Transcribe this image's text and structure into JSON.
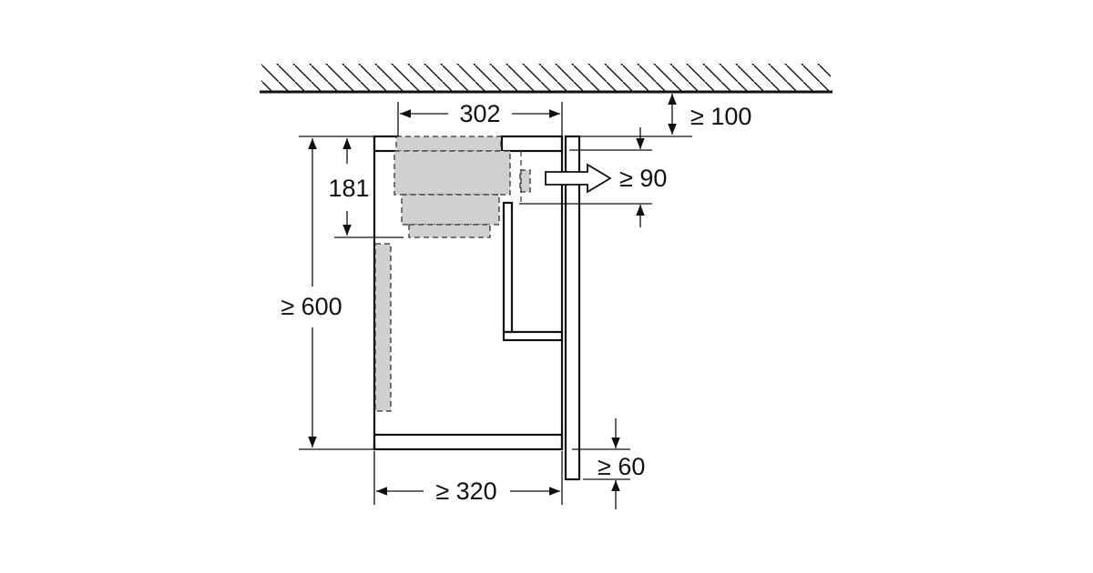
{
  "dimensions": {
    "ceiling_clearance": "≥ 100",
    "appliance_width": "302",
    "appliance_height": "181",
    "cabinet_height": "≥ 600",
    "vent_gap": "≥ 90",
    "door_overhang": "≥ 60",
    "cabinet_depth": "≥ 320"
  },
  "colors": {
    "line": "#111111",
    "appliance_fill": "#d0d0d0"
  }
}
